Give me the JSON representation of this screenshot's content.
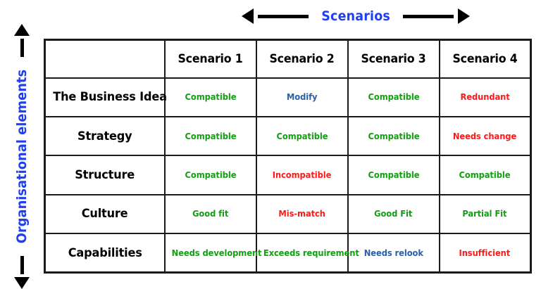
{
  "top_axis": {
    "label": "Scenarios",
    "left_arrow_icon": "arrow-left-icon",
    "right_arrow_icon": "arrow-right-icon",
    "color": "#2040F0"
  },
  "left_axis": {
    "label": "Organisational elements",
    "up_arrow_icon": "arrow-up-icon",
    "down_arrow_icon": "arrow-down-icon",
    "color": "#2040F0"
  },
  "matrix": {
    "corner_label": "",
    "columns": [
      "Scenario 1",
      "Scenario 2",
      "Scenario 3",
      "Scenario 4"
    ],
    "rows": [
      {
        "label": "The Business Idea",
        "cells": [
          {
            "text": "Compatible",
            "color": "#12A012",
            "status": "green"
          },
          {
            "text": "Modify",
            "color": "#2A5FAA",
            "status": "blue"
          },
          {
            "text": "Compatible",
            "color": "#12A012",
            "status": "green"
          },
          {
            "text": "Redundant",
            "color": "#FF1A1A",
            "status": "red"
          }
        ]
      },
      {
        "label": "Strategy",
        "cells": [
          {
            "text": "Compatible",
            "color": "#12A012",
            "status": "green"
          },
          {
            "text": "Compatible",
            "color": "#12A012",
            "status": "green"
          },
          {
            "text": "Compatible",
            "color": "#12A012",
            "status": "green"
          },
          {
            "text": "Needs change",
            "color": "#FF1A1A",
            "status": "red"
          }
        ]
      },
      {
        "label": "Structure",
        "cells": [
          {
            "text": "Compatible",
            "color": "#12A012",
            "status": "green"
          },
          {
            "text": "Incompatible",
            "color": "#FF1A1A",
            "status": "red"
          },
          {
            "text": "Compatible",
            "color": "#12A012",
            "status": "green"
          },
          {
            "text": "Compatible",
            "color": "#12A012",
            "status": "green"
          }
        ]
      },
      {
        "label": "Culture",
        "cells": [
          {
            "text": "Good fit",
            "color": "#12A012",
            "status": "green"
          },
          {
            "text": "Mis-match",
            "color": "#FF1A1A",
            "status": "red"
          },
          {
            "text": "Good Fit",
            "color": "#12A012",
            "status": "green"
          },
          {
            "text": "Partial Fit",
            "color": "#12A012",
            "status": "green"
          }
        ]
      },
      {
        "label": "Capabilities",
        "cells": [
          {
            "text": "Needs development",
            "color": "#12A012",
            "status": "green"
          },
          {
            "text": "Exceeds requirement",
            "color": "#12A012",
            "status": "green"
          },
          {
            "text": "Needs relook",
            "color": "#2A5FAA",
            "status": "blue"
          },
          {
            "text": "Insufficient",
            "color": "#FF1A1A",
            "status": "red"
          }
        ]
      }
    ]
  },
  "palette": {
    "green": "#12A012",
    "red": "#FF1A1A",
    "blue": "#2A5FAA",
    "axis_blue": "#2040F0",
    "border": "#1a1a1a"
  }
}
